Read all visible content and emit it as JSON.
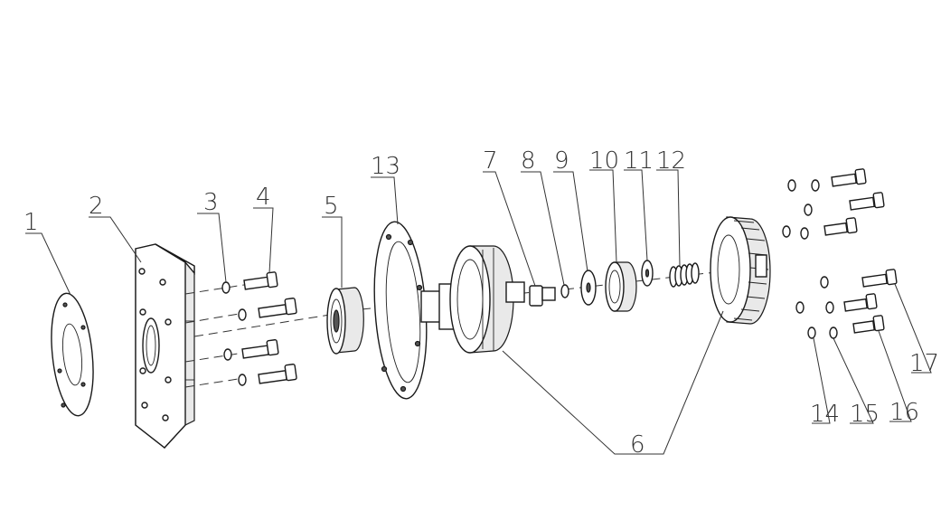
{
  "callouts": [
    {
      "id": "1",
      "text": "1"
    },
    {
      "id": "2",
      "text": "2"
    },
    {
      "id": "3",
      "text": "3"
    },
    {
      "id": "4",
      "text": "4"
    },
    {
      "id": "5",
      "text": "5"
    },
    {
      "id": "6",
      "text": "6"
    },
    {
      "id": "7",
      "text": "7"
    },
    {
      "id": "8",
      "text": "8"
    },
    {
      "id": "9",
      "text": "9"
    },
    {
      "id": "10",
      "text": "10"
    },
    {
      "id": "11",
      "text": "11"
    },
    {
      "id": "12",
      "text": "12"
    },
    {
      "id": "13",
      "text": "13"
    },
    {
      "id": "14",
      "text": "14"
    },
    {
      "id": "15",
      "text": "15"
    },
    {
      "id": "16",
      "text": "16"
    },
    {
      "id": "17",
      "text": "17"
    }
  ],
  "colors": {
    "line": "#222222",
    "background": "#ffffff"
  }
}
